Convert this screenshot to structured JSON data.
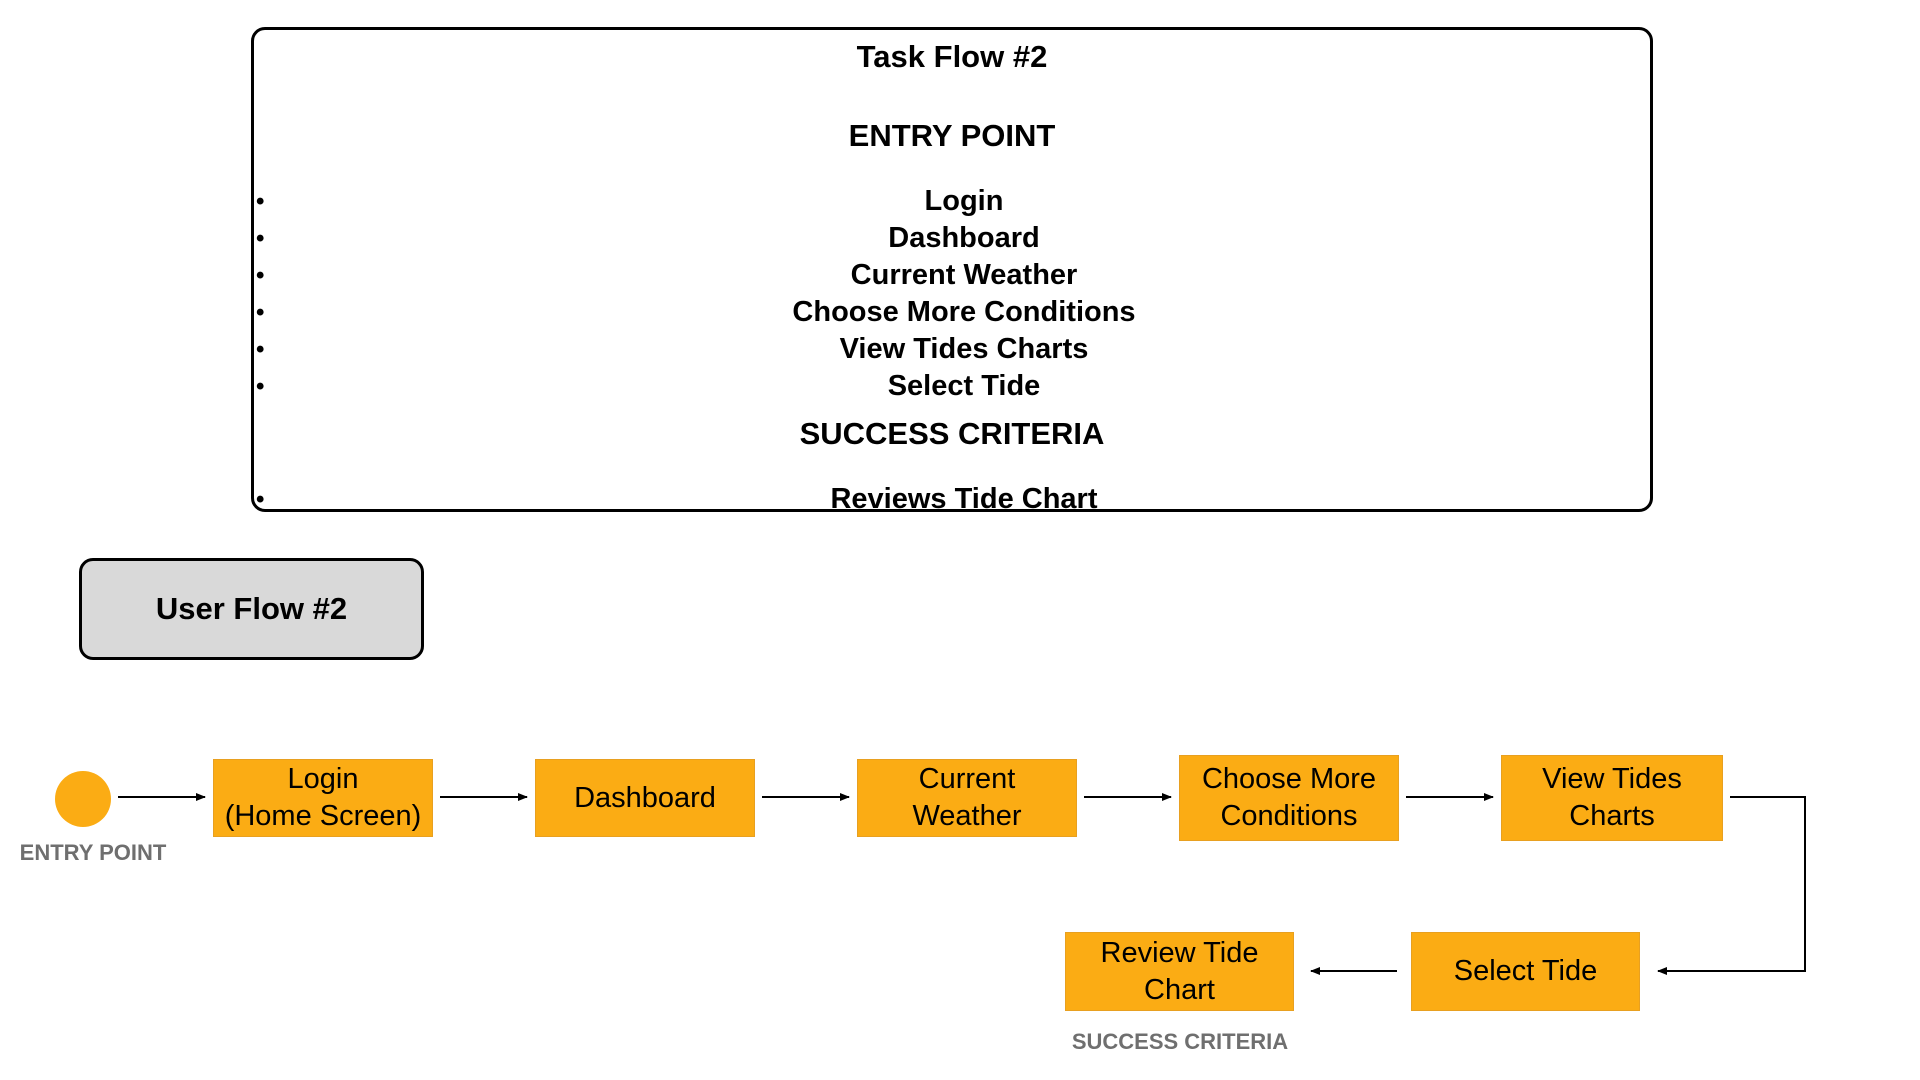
{
  "task_flow": {
    "title": "Task Flow #2",
    "entry_heading": "ENTRY POINT",
    "entry_items": [
      "Login",
      "Dashboard",
      "Current Weather",
      "Choose More Conditions",
      "View Tides Charts",
      "Select Tide"
    ],
    "success_heading": "SUCCESS CRITERIA",
    "success_items": [
      "Reviews Tide Chart"
    ],
    "bullet": "•"
  },
  "user_flow": {
    "label": "User Flow #2",
    "entry_caption": "ENTRY POINT",
    "success_caption": "SUCCESS CRITERIA",
    "nodes": [
      "Login\n(Home Screen)",
      "Dashboard",
      "Current\nWeather",
      "Choose More\nConditions",
      "View Tides\nCharts",
      "Select Tide",
      "Review Tide\nChart"
    ],
    "colors": {
      "node_fill": "#fbac14",
      "caption": "#6f6f6f",
      "label_fill": "#d9d9d9"
    }
  }
}
